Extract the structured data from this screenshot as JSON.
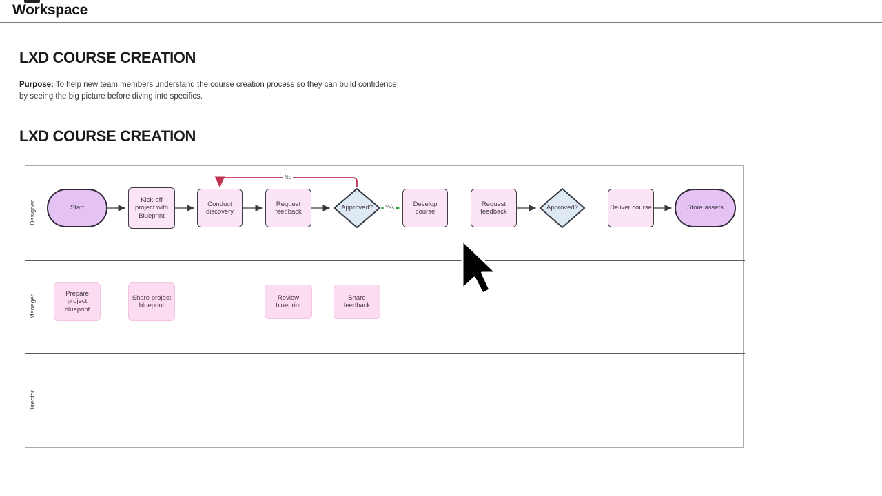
{
  "header": {
    "title": "Workspace"
  },
  "document": {
    "title": "LXD COURSE CREATION",
    "purpose_label": "Purpose:",
    "purpose_text": " To help new team members understand the course creation process so they can build confidence by seeing the big picture before diving into specifics.",
    "diagram_title": "LXD COURSE CREATION"
  },
  "diagram": {
    "lanes": [
      {
        "label": "Designer"
      },
      {
        "label": "Manager"
      },
      {
        "label": "Director"
      }
    ],
    "designer_nodes": [
      {
        "type": "terminator",
        "label": "Start"
      },
      {
        "type": "process",
        "label": "Kick-off project with Blueprint"
      },
      {
        "type": "process",
        "label": "Conduct discovery"
      },
      {
        "type": "process",
        "label": "Request feedback"
      },
      {
        "type": "decision",
        "label": "Approved?"
      },
      {
        "type": "process",
        "label": "Develop course"
      },
      {
        "type": "process",
        "label": "Request feedback"
      },
      {
        "type": "decision",
        "label": "Approved?"
      },
      {
        "type": "process",
        "label": "Deliver course"
      },
      {
        "type": "terminator",
        "label": "Store assets"
      }
    ],
    "manager_nodes": [
      {
        "label": "Prepare project blueprint"
      },
      {
        "label": "Share project blueprint"
      },
      {
        "label": "Review blueprint"
      },
      {
        "label": "Share feedback"
      }
    ],
    "edge_labels": {
      "yes": "Yes",
      "no": "No"
    },
    "colors": {
      "terminator_fill": "#e5c2f4",
      "terminator_border": "#322c3a",
      "process_fill": "#fbe4f3",
      "process_border": "#3e3a45",
      "decision_fill": "#dfe9f4",
      "decision_border": "#333b47",
      "manager_fill": "#fbdcf0",
      "connector": "#3a3a3a",
      "yes_connector": "#25a23c",
      "no_connector": "#c13351"
    }
  }
}
